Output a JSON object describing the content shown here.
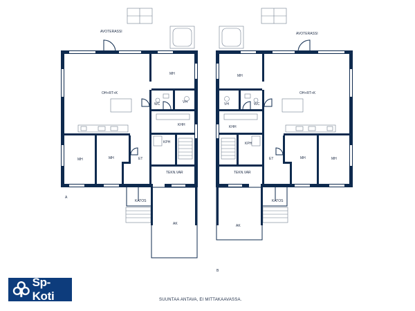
{
  "brand": {
    "name": "Sp-Koti",
    "color": "#0d3c7c"
  },
  "footnote": "SUUNTAA ANTAVA, EI MITTAKAAVASSA.",
  "units": {
    "a": {
      "id": "A",
      "rooms": {
        "terrace": "AVOTERASSI",
        "living": "OH+RT+K",
        "bedroom_top": "MH",
        "wc": "WC",
        "vh": "VH",
        "khh": "KHH",
        "kph": "KPH",
        "tekn": "TEKN.VAR",
        "et": "ET",
        "bedroom_1": "MH",
        "bedroom_2": "MH",
        "katos": "KATOS",
        "ak": "AK"
      }
    },
    "b": {
      "id": "B",
      "rooms": {
        "terrace": "AVOTERASSI",
        "living": "OH+RT+K",
        "bedroom_top": "MH",
        "vh": "VH",
        "wc": "WC",
        "khh": "KHH",
        "kph": "KPH",
        "tekn": "TEKN.VAR",
        "et": "ET",
        "bedroom_1": "MH",
        "bedroom_2": "MH",
        "katos": "KATOS",
        "ak": "AK"
      }
    }
  },
  "colors": {
    "wall": "#0e2a4e",
    "background": "#ffffff"
  }
}
